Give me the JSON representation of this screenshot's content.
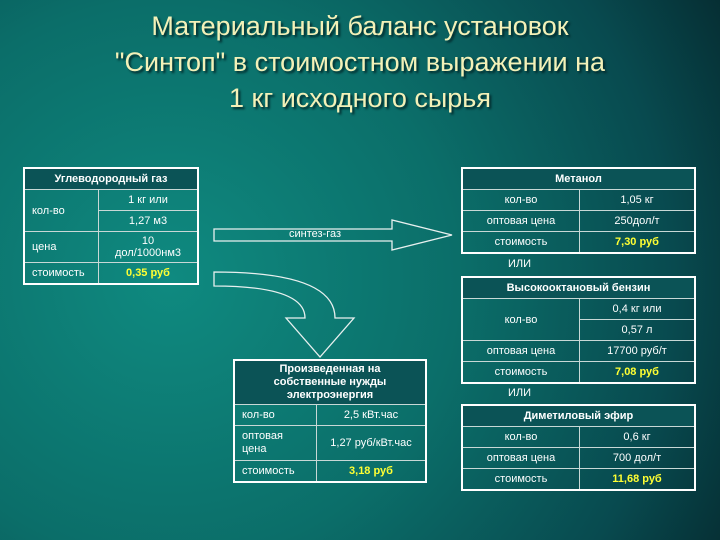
{
  "title": {
    "line1": "Материальный баланс установок",
    "line2": "\"Синтоп\" в стоимостном выражении на",
    "line3": "1 кг исходного сырья"
  },
  "gas_table": {
    "header": "Углеводородный газ",
    "qty_label": "кол-во",
    "qty_value1": "1 кг или",
    "qty_value2": "1,27 м3",
    "price_label": "цена",
    "price_value1": "10",
    "price_value2": "дол/1000нм3",
    "cost_label": "стоимость",
    "cost_value": "0,35 руб"
  },
  "arrow_label": "синтез-газ",
  "or_label": "ИЛИ",
  "methanol": {
    "header": "Метанол",
    "qty_label": "кол-во",
    "qty_value": "1,05 кг",
    "price_label": "оптовая цена",
    "price_value": "250дол/т",
    "cost_label": "стоимость",
    "cost_value": "7,30 руб"
  },
  "gasoline": {
    "header": "Высокооктановый бензин",
    "qty_label": "кол-во",
    "qty_value1": "0,4 кг или",
    "qty_value2": "0,57 л",
    "price_label": "оптовая цена",
    "price_value": "17700 руб/т",
    "cost_label": "стоимость",
    "cost_value": "7,08 руб"
  },
  "dme": {
    "header": "Диметиловый эфир",
    "qty_label": "кол-во",
    "qty_value": "0,6 кг",
    "price_label": "оптовая цена",
    "price_value": "700 дол/т",
    "cost_label": "стоимость",
    "cost_value": "11,68 руб"
  },
  "electricity": {
    "header1": "Произведенная на",
    "header2": "собственные нужды",
    "header3": "электроэнергия",
    "qty_label": "кол-во",
    "qty_value": "2,5 кВт.час",
    "price_label1": "оптовая",
    "price_label2": "цена",
    "price_value": "1,27 руб/кВт.час",
    "cost_label": "стоимость",
    "cost_value": "3,18 руб"
  },
  "colors": {
    "title": "#f3f1b8",
    "highlight": "#ffff33",
    "background": "#0b6e69"
  }
}
